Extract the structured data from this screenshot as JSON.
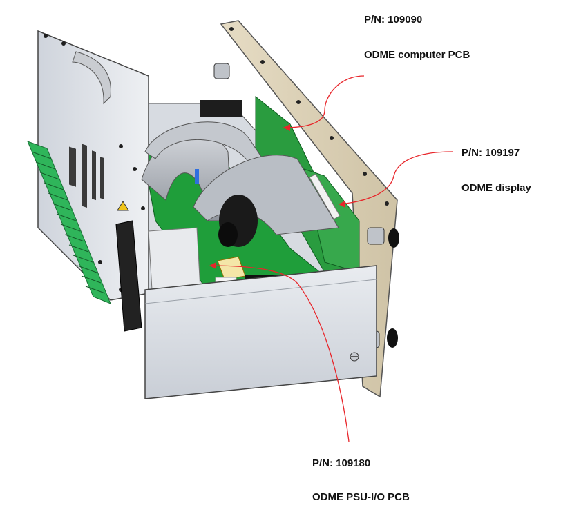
{
  "callouts": {
    "computer_pcb": {
      "part_number": "P/N: 109090",
      "name": "ODME computer PCB"
    },
    "display": {
      "part_number": "P/N: 109197",
      "name": "ODME display"
    },
    "psu_io_pcb": {
      "part_number": "P/N: 109180",
      "name": "ODME PSU-I/O PCB"
    }
  },
  "colors": {
    "leader_line": "#e8262b",
    "pcb": "#1f9e3a",
    "terminal_block": "#2fb55a",
    "front_panel": "#d9cfb8",
    "enclosure": "#e6e9ee"
  }
}
